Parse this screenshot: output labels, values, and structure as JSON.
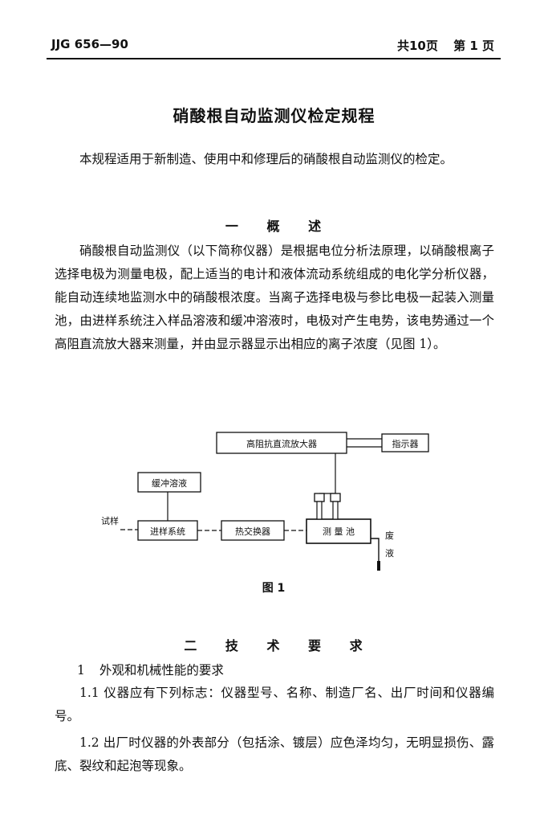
{
  "header": {
    "code": "JJG 656—90",
    "total_pages": "共10页",
    "page_no": "第 1 页"
  },
  "title": "硝酸根自动监测仪检定规程",
  "intro": "本规程适用于新制造、使用中和修理后的硝酸根自动监测仪的检定。",
  "section1": {
    "heading": "一 概 述",
    "paragraph": "硝酸根自动监测仪（以下简称仪器）是根据电位分析法原理，以硝酸根离子选择电极为测量电极，配上适当的电计和液体流动系统组成的电化学分析仪器，能自动连续地监测水中的硝酸根浓度。当离子选择电极与参比电极一起装入测量池，由进样系统注入样品溶液和缓冲溶液时，电极对产生电势，该电势通过一个高阻直流放大器来测量，并由显示器显示出相应的离子浓度（见图 1）。"
  },
  "figure": {
    "amplifier": "高阻抗直流放大器",
    "display": "指示器",
    "buffer": "缓冲溶液",
    "sample": "试样",
    "injection": "进样系统",
    "exchanger": "热交换器",
    "cell": "测 量 池",
    "waste_1": "废",
    "waste_2": "液",
    "caption": "图 1"
  },
  "section2": {
    "heading": "二 技 术 要 求",
    "item1_no": "1",
    "item1_title": "外观和机械性能的要求",
    "p11": "1.1 仪器应有下列标志：仪器型号、名称、制造厂名、出厂时间和仪器编号。",
    "p12": "1.2 出厂时仪器的外表部分（包括涂、镀层）应色泽均匀，无明显损伤、露底、裂纹和起泡等现象。"
  }
}
